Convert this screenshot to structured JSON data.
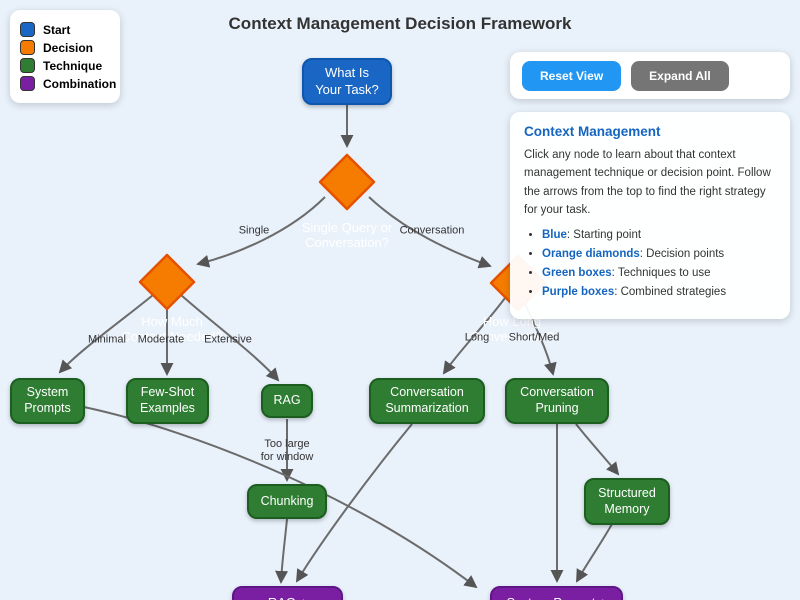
{
  "title": "Context Management Decision Framework",
  "legend": {
    "items": [
      {
        "label": "Start",
        "color": "#1a66c4"
      },
      {
        "label": "Decision",
        "color": "#f57c00"
      },
      {
        "label": "Technique",
        "color": "#2e7d32"
      },
      {
        "label": "Combination",
        "color": "#7b1fa2"
      }
    ]
  },
  "toolbar": {
    "reset_label": "Reset View",
    "expand_label": "Expand All"
  },
  "info_panel": {
    "heading": "Context Management",
    "body": "Click any node to learn about that context management technique or decision point. Follow the arrows from the top to find the right strategy for your task.",
    "bullets": [
      {
        "term": "Blue",
        "desc": ": Starting point"
      },
      {
        "term": "Orange diamonds",
        "desc": ": Decision points"
      },
      {
        "term": "Green boxes",
        "desc": ": Techniques to use"
      },
      {
        "term": "Purple boxes",
        "desc": ": Combined strategies"
      }
    ]
  },
  "nodes": {
    "start": {
      "line1": "What Is",
      "line2": "Your Task?"
    },
    "decision_query": {
      "line1": "Single Query or",
      "line2": "Conversation?"
    },
    "decision_context": {
      "line1": "How Much",
      "line2": "Context Needed?"
    },
    "decision_length": {
      "line1": "How Long",
      "line2": "Conversation?"
    },
    "system_prompts": {
      "line1": "System",
      "line2": "Prompts"
    },
    "few_shot": {
      "line1": "Few-Shot",
      "line2": "Examples"
    },
    "rag": {
      "line1": "RAG"
    },
    "conv_summarization": {
      "line1": "Conversation",
      "line2": "Summarization"
    },
    "conv_pruning": {
      "line1": "Conversation",
      "line2": "Pruning"
    },
    "chunking": {
      "line1": "Chunking"
    },
    "structured_memory": {
      "line1": "Structured",
      "line2": "Memory"
    },
    "combo_rag": {
      "line1": "RAG +"
    },
    "combo_system_prompt": {
      "line1": "System Prompt +"
    }
  },
  "edge_labels": {
    "single": "Single",
    "conversation": "Conversation",
    "minimal": "Minimal",
    "moderate": "Moderate",
    "extensive": "Extensive",
    "long": "Long",
    "short_med": "Short/Med",
    "too_large_line1": "Too large",
    "too_large_line2": "for window"
  },
  "colors": {
    "background": "#e9f1fb",
    "start_fill": "#1a66c4",
    "decision_fill": "#f57c00",
    "decision_border": "#e65100",
    "technique_fill": "#2e7d32",
    "technique_border": "#1b5e20",
    "combo_fill": "#7b1fa2",
    "edge_stroke": "#6b6b6b",
    "accent_blue": "#1565c0",
    "button_blue": "#2196f3",
    "button_gray": "#757575"
  }
}
